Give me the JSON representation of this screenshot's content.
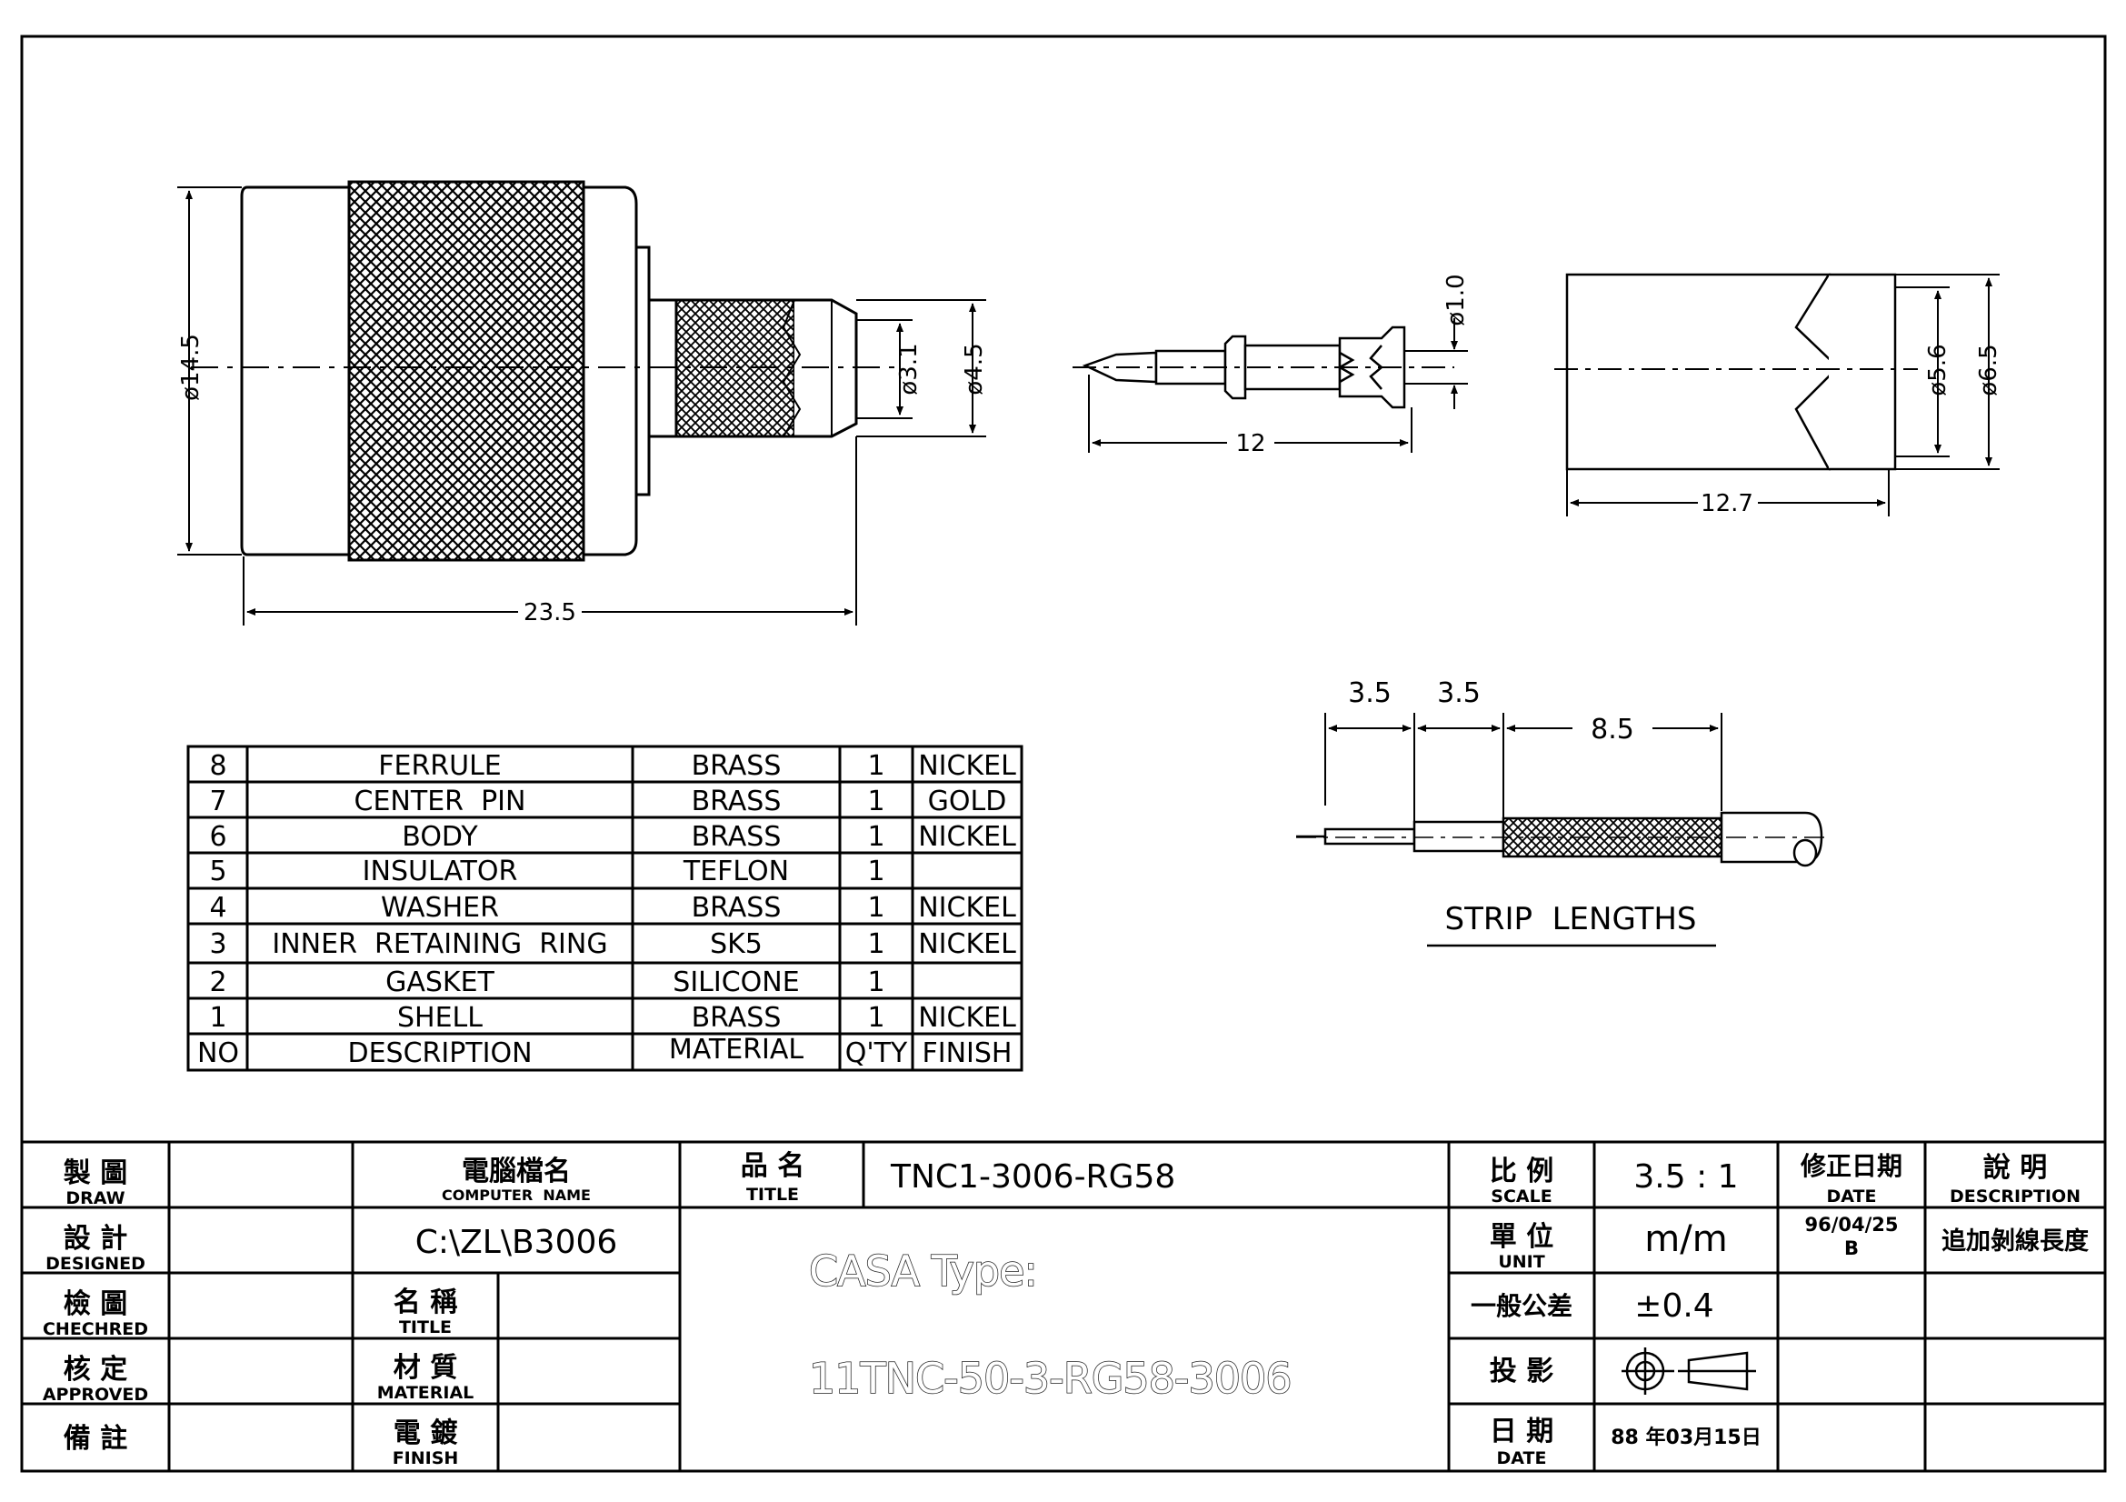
{
  "dimensions": {
    "body_dia": "ø14.5",
    "body_len": "23.5",
    "ferrule_inner_dia": "ø3.1",
    "ferrule_outer_dia": "ø4.5",
    "pin_dia": "ø1.0",
    "pin_len": "12",
    "sleeve_inner_dia": "ø5.6",
    "sleeve_outer_dia": "ø6.5",
    "sleeve_len": "12.7",
    "strip_1": "3.5",
    "strip_2": "3.5",
    "strip_3": "8.5"
  },
  "strip_label": "STRIP  LENGTHS",
  "parts_header": {
    "no": "NO",
    "description": "DESCRIPTION",
    "material": "MATERIAL",
    "qty": "Q'TY",
    "finish": "FINISH"
  },
  "parts": [
    {
      "no": "8",
      "description": "FERRULE",
      "material": "BRASS",
      "qty": "1",
      "finish": "NICKEL"
    },
    {
      "no": "7",
      "description": "CENTER  PIN",
      "material": "BRASS",
      "qty": "1",
      "finish": "GOLD"
    },
    {
      "no": "6",
      "description": "BODY",
      "material": "BRASS",
      "qty": "1",
      "finish": "NICKEL"
    },
    {
      "no": "5",
      "description": "INSULATOR",
      "material": "TEFLON",
      "qty": "1",
      "finish": ""
    },
    {
      "no": "4",
      "description": "WASHER",
      "material": "BRASS",
      "qty": "1",
      "finish": "NICKEL"
    },
    {
      "no": "3",
      "description": "INNER  RETAINING  RING",
      "material": "SK5",
      "qty": "1",
      "finish": "NICKEL"
    },
    {
      "no": "2",
      "description": "GASKET",
      "material": "SILICONE",
      "qty": "1",
      "finish": ""
    },
    {
      "no": "1",
      "description": "SHELL",
      "material": "BRASS",
      "qty": "1",
      "finish": "NICKEL"
    }
  ],
  "title_block": {
    "draw_cn": "製 圖",
    "draw_en": "DRAW",
    "designed_cn": "設 計",
    "designed_en": "DESIGNED",
    "checked_cn": "檢 圖",
    "checked_en": "CHECHRED",
    "approved_cn": "核 定",
    "approved_en": "APPROVED",
    "remarks_cn": "備 註",
    "computer_name_cn": "電腦檔名",
    "computer_name_en": "COMPUTER  NAME",
    "computer_name_value": "C:\\ZL\\B3006",
    "name_cn": "名 稱",
    "name_en": "TITLE",
    "material_cn": "材 質",
    "material_en": "MATERIAL",
    "plating_cn": "電 鍍",
    "plating_en": "FINISH",
    "product_cn": "品 名",
    "product_en": "TITLE",
    "product_value": "TNC1-3006-RG58",
    "casa_line1": "CASA Type:",
    "casa_line2": "11TNC-50-3-RG58-3006",
    "scale_cn": "比 例",
    "scale_en": "SCALE",
    "scale_value": "3.5 : 1",
    "unit_cn": "單 位",
    "unit_en": "UNIT",
    "unit_value": "m/m",
    "tolerance_cn": "一般公差",
    "tolerance_value": "±0.4",
    "projection_cn": "投 影",
    "date_cn": "日 期",
    "date_en": "DATE",
    "date_value": "88 年03月15日",
    "rev_date_cn": "修正日期",
    "rev_date_en": "DATE",
    "rev_date_value": "96/04/25",
    "rev_letter": "B",
    "desc_cn": "說 明",
    "desc_en": "DESCRIPTION",
    "desc_value": "追加剝線長度"
  }
}
